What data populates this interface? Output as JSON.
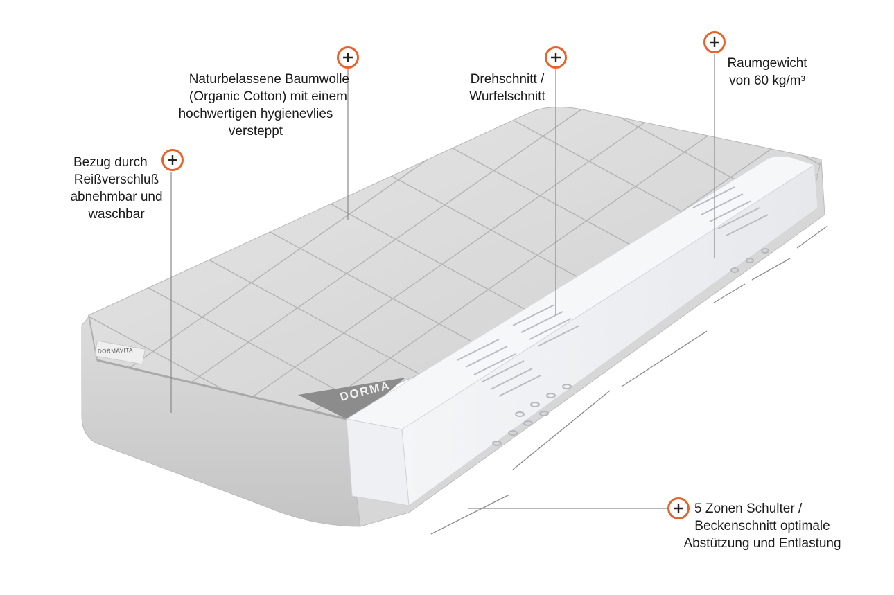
{
  "product": {
    "logo_text": "DORMA",
    "brand_tag": "DORMAVITA"
  },
  "accent_color": "#e8632a",
  "callouts": [
    {
      "id": "fabric",
      "lines": [
        "Naturbelassene Baumwolle",
        "(Organic Cotton) mit einem",
        "hochwertigen hygienevlies",
        "versteppt"
      ]
    },
    {
      "id": "cut",
      "lines": [
        "Drehschnitt /",
        "Wurfelschnitt"
      ]
    },
    {
      "id": "density",
      "lines": [
        "Raumgewicht",
        "von 60 kg/m³"
      ]
    },
    {
      "id": "cover",
      "lines": [
        "Bezug durch",
        "Reißverschluß",
        "abnehmbar und",
        "waschbar"
      ]
    },
    {
      "id": "zones",
      "lines": [
        "5 Zonen Schulter /",
        "Beckenschnitt optimale",
        "Abstützung und Entlastung"
      ]
    }
  ],
  "hotspot_icon": "plus-circle-icon"
}
